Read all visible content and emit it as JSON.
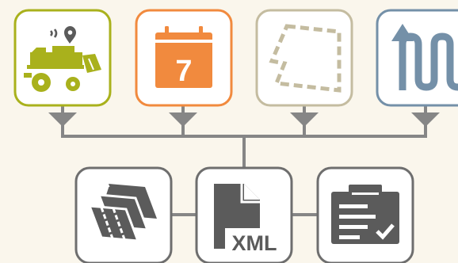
{
  "colors": {
    "background": "#faf6ec",
    "connector": "#868686",
    "machine": "#a9b11c",
    "calendar": "#f18a3e",
    "field": "#c4bca0",
    "track": "#7490a8",
    "output": "#6e6e6e",
    "icon_dark": "#5b5b5b"
  },
  "sources": [
    {
      "id": "machine-data",
      "icon": "combine-harvester-with-signal-and-location-pin-icon"
    },
    {
      "id": "date",
      "icon": "calendar-icon",
      "calendar_day": "7"
    },
    {
      "id": "field-boundary",
      "icon": "field-boundary-dashed-outline-icon"
    },
    {
      "id": "track-path",
      "icon": "serpentine-track-arrow-icon"
    }
  ],
  "outputs": [
    {
      "id": "field-maps",
      "icon": "layered-field-maps-icon"
    },
    {
      "id": "xml-file",
      "icon": "xml-file-icon",
      "file_label": "XML"
    },
    {
      "id": "task-report",
      "icon": "clipboard-checklist-icon"
    }
  ]
}
